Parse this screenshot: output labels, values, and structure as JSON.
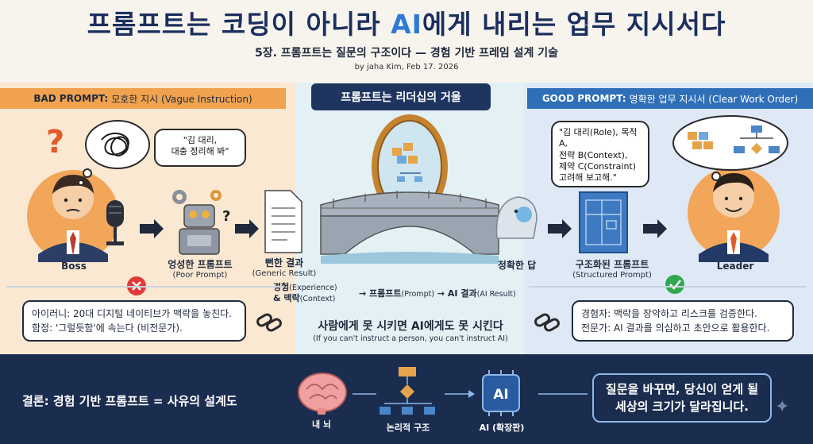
{
  "header": {
    "title_pre": "프롬프트는 코딩이 아니라 ",
    "title_ai": "AI",
    "title_post": "에게 내리는 업무 지시서다",
    "subtitle": "5장. 프롬프트는 질문의 구조이다 — 경험 기반 프레임 설계 기술",
    "byline": "by jaha Kim, Feb 17. 2026"
  },
  "bad": {
    "banner_bold": "BAD PROMPT:",
    "banner_text": "모호한 지시 (Vague Instruction)",
    "bubble_line1": "\"김 대리,",
    "bubble_line2": "대충 정리해 봐\"",
    "boss_label": "Boss",
    "poor_label": "엉성한 프롬프트",
    "poor_sub": "(Poor Prompt)",
    "generic_label": "뻔한 결과",
    "generic_sub": "(Generic Result)",
    "note_line1": "아이러니: 20대 디지털 네이티브가 맥락을 놓친다.",
    "note_line2": "함정: '그럴듯함'에 속는다 (비전문가)."
  },
  "middle": {
    "banner": "프롬프트는 리더십의 거울",
    "flow_xp": "경험",
    "flow_xp_sub": "(Experience)",
    "flow_ctx": "& 맥락",
    "flow_ctx_sub": "(Context)",
    "flow_prompt": "→ 프롬프트",
    "flow_prompt_sub": "(Prompt)",
    "flow_result": "→ AI 결과",
    "flow_result_sub": "(AI Result)",
    "message": "사람에게 못 시키면 AI에게도 못 시킨다",
    "message_sub": "(If you can't instruct a person, you can't instruct AI)",
    "precise_label": "정확한 답"
  },
  "good": {
    "banner_bold": "GOOD PROMPT:",
    "banner_text": "명확한 업무 지시서 (Clear Work Order)",
    "bubble_line1": "\"김 대리(Role), 목적 A,",
    "bubble_line2": "전략 B(Context),",
    "bubble_line3": "제약 C(Constraint)",
    "bubble_line4": "고려해 보고해.\"",
    "struct_label": "구조화된 프롬프트",
    "struct_sub": "(Structured Prompt)",
    "leader_label": "Leader",
    "note_line1": "경험자: 맥락을 장악하고 리스크를 검증한다.",
    "note_line2": "전문가: AI 결과를 의심하고 초안으로 활용한다."
  },
  "footer": {
    "conclusion": "결론: 경험 기반 프롬프트 = 사유의 설계도",
    "brain_label": "내 뇌",
    "logic_label": "논리적 구조",
    "ai_label": "AI (확장판)",
    "ai_chip": "AI",
    "box_line1": "질문을 바꾸면, 당신이 얻게 될",
    "box_line2": "세상의 크기가 달라집니다."
  },
  "colors": {
    "navy": "#1a2d4f",
    "orange": "#f0a24e",
    "blue": "#2f6fb8",
    "red": "#e03a3a",
    "green": "#2fa84f"
  }
}
